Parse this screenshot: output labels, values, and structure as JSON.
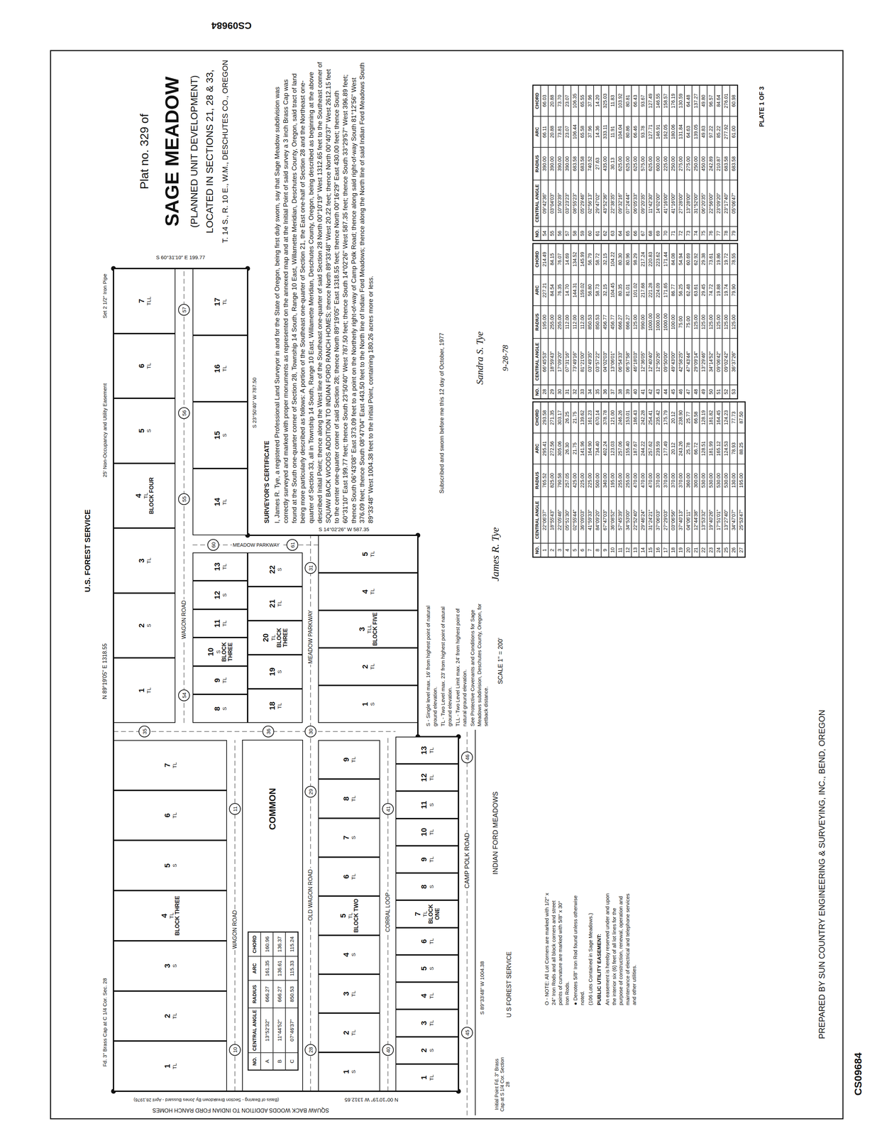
{
  "diagram": {
    "title": "SAGE MEADOW",
    "nodes": [
      {
        "text": [
          "1",
          "TL"
        ]
      },
      {
        "text": [
          "2",
          "S"
        ]
      },
      {
        "text": [
          "3",
          "TL"
        ]
      },
      {
        "text": [
          "4",
          "TL",
          "BLOCK FOUR"
        ]
      },
      {
        "text": [
          "5",
          "S"
        ]
      },
      {
        "text": [
          "6",
          "TL"
        ]
      },
      {
        "text": [
          "7",
          "TLL"
        ]
      },
      {
        "text": [
          "8",
          "S"
        ]
      },
      {
        "text": [
          "9",
          "TL"
        ]
      },
      {
        "text": [
          "10",
          "S",
          "BLOCK THREE"
        ]
      },
      {
        "text": [
          "11",
          "TL"
        ]
      },
      {
        "text": [
          "12",
          "S"
        ]
      },
      {
        "text": [
          "13",
          "TL"
        ]
      },
      {
        "text": [
          "14",
          "TL"
        ]
      },
      {
        "text": [
          "15",
          "S"
        ]
      },
      {
        "text": [
          "16",
          "TL"
        ]
      },
      {
        "text": [
          "17",
          "TL"
        ]
      },
      {
        "text": [
          "18",
          "TL"
        ]
      },
      {
        "text": [
          "19",
          "S"
        ]
      },
      {
        "text": [
          "20",
          "TL",
          "BLOCK THREE"
        ]
      },
      {
        "text": [
          "21",
          "TL"
        ]
      },
      {
        "text": [
          "22",
          "S"
        ]
      },
      {
        "text": [
          "1",
          "S"
        ]
      },
      {
        "text": [
          "2",
          "TL"
        ]
      },
      {
        "text": [
          "3",
          "TLL",
          "BLOCK FIVE"
        ]
      },
      {
        "text": [
          "4",
          "TL"
        ]
      },
      {
        "text": [
          "5",
          "TL"
        ]
      },
      {
        "text": [
          "1",
          "TL"
        ]
      },
      {
        "text": [
          "2",
          "TL"
        ]
      },
      {
        "text": [
          "3",
          "S"
        ]
      },
      {
        "text": [
          "4",
          "TL",
          "BLOCK THREE"
        ]
      },
      {
        "text": [
          "5",
          "S"
        ]
      },
      {
        "text": [
          "6",
          "TL"
        ]
      },
      {
        "text": [
          "7",
          "TL"
        ]
      },
      {
        "text": [
          "1",
          "S"
        ]
      },
      {
        "text": [
          "2",
          "TL"
        ]
      },
      {
        "text": [
          "3",
          "TL"
        ]
      },
      {
        "text": [
          "4",
          "S"
        ]
      },
      {
        "text": [
          "5",
          "TL",
          "BLOCK TWO"
        ]
      },
      {
        "text": [
          "6",
          "TL"
        ]
      },
      {
        "text": [
          "7",
          "S"
        ]
      },
      {
        "text": [
          "8",
          "TL"
        ]
      },
      {
        "text": [
          "9",
          "TL"
        ]
      },
      {
        "text": [
          "1",
          "TL"
        ]
      },
      {
        "text": [
          "2",
          "S"
        ]
      },
      {
        "text": [
          "3",
          "TL"
        ]
      },
      {
        "text": [
          "4",
          "TL"
        ]
      },
      {
        "text": [
          "5",
          "S"
        ]
      },
      {
        "text": [
          "6",
          "TL"
        ]
      },
      {
        "text": [
          "7",
          "TL",
          "BLOCK ONE"
        ]
      },
      {
        "text": [
          "8",
          "S"
        ]
      },
      {
        "text": [
          "9",
          "TL"
        ]
      },
      {
        "text": [
          "10",
          "TL"
        ]
      },
      {
        "text": [
          "11",
          "S"
        ]
      },
      {
        "text": [
          "12",
          "TL"
        ]
      },
      {
        "text": [
          "13",
          "TL"
        ]
      },
      {
        "text": [
          "54"
        ]
      },
      {
        "text": [
          "55"
        ]
      },
      {
        "text": [
          "56"
        ]
      },
      {
        "text": [
          "57"
        ]
      },
      {
        "text": [
          "60"
        ]
      },
      {
        "text": [
          "61"
        ]
      },
      {
        "text": [
          "10"
        ]
      },
      {
        "text": [
          "11"
        ]
      },
      {
        "text": [
          "28"
        ]
      },
      {
        "text": [
          "29"
        ]
      },
      {
        "text": [
          "30"
        ]
      },
      {
        "text": [
          "31"
        ]
      },
      {
        "text": [
          "40"
        ]
      },
      {
        "text": [
          "41"
        ]
      },
      {
        "text": [
          "35"
        ]
      },
      {
        "text": [
          "36"
        ]
      },
      {
        "text": [
          "45"
        ]
      },
      {
        "text": [
          "46"
        ]
      }
    ],
    "labels": [
      "U.S. FOREST SERVICE",
      "25' Non-Occupancy and Utility Easement",
      "N 89°19'05\" E 1318.55",
      "Fd. 3\" Brass Cap at C 1/4 Cor. Sec. 28",
      "Set 2 1/2\" Iron Pipe",
      "S 60°31'10\" E 199.77",
      "S 23°50'40\" W 787.50",
      "S 14°02'26\" W 587.35",
      "SQUAW BACK WOODS ADDITION TO INDIAN FORD RANCH HOMES",
      "N 00°10'19\" W 1312.65",
      "(Basis of Bearing - Section Breakdown By Jones Bussard - April 28,1976)",
      "WAGON ROAD",
      "MEADOW PARKWAY",
      "WAGON ROAD",
      "OLD WAGON ROAD",
      "MEADOW PARKWAY",
      "CORRAL LOOP",
      "CAMP POLK ROAD",
      "S 89°33'48\" W 1004.38",
      "INDIAN FORD MEADOWS",
      "U S FOREST SERVICE",
      "Initial Point Fd. 3\" Brass Cap at S 1/4 Cor. Section 28",
      "COMMON",
      "NO.",
      "CENTRAL ANGLE",
      "RADIUS",
      "ARC",
      "CHORD",
      "A",
      "13°52'32\"",
      "666.27",
      "161.35",
      "160.96",
      "B",
      "11°44'52\"",
      "666.27",
      "136.61",
      "136.37",
      "C",
      "07°46'37\"",
      "850.53",
      "115.33",
      "115.24",
      "S - Single level max. 16' from highest point of natural ground elevation.",
      "TL - Two Level max. 23' from highest point of natural ground elevation.",
      "TLL - Two Level Limit max. 24' from highest point of natural ground elevation.",
      "See Protective Covenants and Conditions for Sage Meadows subdivision, Deschutes County, Oregon, for setback distance.",
      "SCALE 1\" = 200'",
      "SURVEYOR'S CERTIFICATE",
      "I, James R. Tye, a registered Professional Land Surveyor in and for the State of Oregon, being first duly sworn, say that Sage Meadow subdivision was correctly surveyed and marked with proper monuments as represented on the annexed map and at the Initial Point of said survey a 3 inch Brass Cap was found at the South one-quarter corner of Section 28, Township 14 South, Range 10 East, Willamette Meridian, Deschutes County, Oregon, said tract of land being more particularly described as follows: A portion of the Southeast one-quarter of Section 21, the East one-half of Section 28 and the Northeast one-quarter of Section 33, all in Township 14 South, Range 10 East, Willamette Meridian, Deschutes County, Oregon, being described as beginning at the above described Initial Point; thence along the West line of the Southeast one-quarter of said Section 28 North 00°10'19\" West 1312.65 feet to the Southeast corner of SQUAW BACK WOODS ADDITION TO INDIAN FORD RANCH HOMES; thence North 89°33'48\" West 20.22 feet; thence North 00°40'37\" West 2612.15 feet to the center one-quarter corner of said Section 28; thence North 89°19'05\" East 1318.55 feet; thence North 00°16'29\" East 430.00 feet; thence South 60°31'10\" East 199.77 feet; thence South 23°50'40\" West 787.50 feet; thence South 14°02'26\" West 587.35 feet; thence South 33°29'57\" West 396.89 feet; thence South 06°43'08\" East 373.09 feet to a point on the Northerly right-of-way of Camp Polk Road; thence along said right-of-way South 81°12'56\" West 376.09 feet; thence South 08°47'04\" East 443.50 feet to the North line of Indian Ford Meadows; thence along the North line of said Indian Ford Meadows South 89°33'48\" West 1004.38 feet to the Initial Point, containing 180.26 acres more or less.",
      "Subscribed and sworn before me this 12 day of October, 1977",
      "James R. Tye",
      "Sandra S. Tye",
      "9-28-78",
      "Plat no. 329 of",
      "(PLANNED UNIT DEVELOPMENT)",
      "LOCATED IN SECTIONS 21, 28 & 33,",
      "T. 14 S., R. 10 E., W.M., DESCHUTES CO., OREGON",
      "O - NOTE: All Lot Corners are marked with 1/2\" x 24\" Iron Rods and all block corners and street points of curvature are marked with 5/8\" x 30\" Iron Rods.",
      "● Denotes 5/8\" Iron Rod found unless otherwise noted.",
      "(106 Lots Contained in Sage Meadows.)",
      "PUBLIC UTILITY EASEMENT:",
      "An easement is hereby reserved under and upon the interior six (6) feet of all lot lines for the purpose of construction, renewal, operation and maintenance of electrical and telephone services and other utilities.",
      "PREPARED BY SUN COUNTRY ENGINEERING & SURVEYING, INC., BEND, OREGON",
      "CS09684",
      "CS09684",
      "PLATE 1 OF 3",
      "NO.",
      "CENTRAL ANGLE",
      "RADIUS",
      "ARC",
      "CHORD",
      "1",
      "22°06'37\"",
      "765.52",
      "295.41",
      "293.58",
      "2",
      "18°55'43\"",
      "825.00",
      "272.56",
      "271.35",
      "3",
      "22°05'46\"",
      "790.58",
      "305.06",
      "303.17",
      "4",
      "05°51'30\"",
      "257.05",
      "26.30",
      "26.25",
      "5",
      "02°55'44\"",
      "425.00",
      "21.75",
      "21.75",
      "6",
      "36°09'03\"",
      "225.00",
      "141.96",
      "139.62",
      "7",
      "41°59'33\"",
      "225.00",
      "164.90",
      "161.23",
      "8",
      "84°09'20\"",
      "500.00",
      "734.40",
      "670.14",
      "9",
      "67°47'03\"",
      "340.00",
      "402.24",
      "378.78",
      "10",
      "36°08'52\"",
      "195.00",
      "123.03",
      "121.00",
      "11",
      "57°45'39\"",
      "255.00",
      "257.06",
      "246.26",
      "12",
      "34°53'00\"",
      "255.00",
      "155.40",
      "153.01",
      "13",
      "22°52'40\"",
      "470.00",
      "187.67",
      "186.43",
      "14",
      "29°46'24\"",
      "470.00",
      "244.22",
      "242.28",
      "15",
      "31°24'21\"",
      "470.00",
      "257.62",
      "254.41",
      "16",
      "37°06'03\"",
      "370.00",
      "239.59",
      "235.42",
      "17",
      "27°29'03\"",
      "370.00",
      "177.49",
      "175.79",
      "18",
      "03°06'56\"",
      "370.00",
      "20.12",
      "20.12",
      "19",
      "37°40'13\"",
      "370.00",
      "243.26",
      "238.90",
      "20",
      "04°06'11\"",
      "360.00",
      "25.78",
      "25.77",
      "21",
      "12°44'38\"",
      "300.00",
      "66.72",
      "66.58",
      "22",
      "13°53'32\"",
      "530.00",
      "128.51",
      "128.19",
      "23",
      "19°40'26\"",
      "530.00",
      "181.99",
      "181.82",
      "24",
      "17°51'01\"",
      "530.00",
      "165.12",
      "164.45",
      "25",
      "13°27'40\"",
      "530.00",
      "124.53",
      "124.23",
      "26",
      "34°47'07\"",
      "130.00",
      "78.93",
      "77.73",
      "27",
      "25°53'47\"",
      "195.00",
      "88.25",
      "87.50",
      "NO.",
      "CENTRAL ANGLE",
      "RADIUS",
      "ARC",
      "CHORD",
      "28",
      "66°45'53\"",
      "195.00",
      "227.21",
      "214.49",
      "29",
      "18°59'43\"",
      "255.00",
      "84.54",
      "84.15",
      "30",
      "17°09'20\"",
      "255.00",
      "76.35",
      "76.07",
      "31",
      "07°31'16\"",
      "112.00",
      "14.70",
      "14.69",
      "32",
      "73°49'16\"",
      "112.00",
      "144.31",
      "134.52",
      "33",
      "81°21'00\"",
      "112.00",
      "159.02",
      "145.99",
      "34",
      "03°49'35\"",
      "850.53",
      "56.80",
      "56.79",
      "35",
      "03°57'22\"",
      "850.53",
      "58.73",
      "58.72",
      "36",
      "04°02'03\"",
      "456.77",
      "32.15",
      "32.15",
      "37",
      "13°06'01\"",
      "456.77",
      "104.45",
      "104.22",
      "38",
      "06°54'33\"",
      "666.27",
      "80.35",
      "80.30",
      "39",
      "06°57'58\"",
      "666.27",
      "81.01",
      "80.96",
      "40",
      "46°18'03\"",
      "125.00",
      "101.02",
      "98.29",
      "41",
      "12°36'05\"",
      "990.00",
      "217.68",
      "217.24",
      "42",
      "12°40'40\"",
      "1000.00",
      "221.28",
      "220.83",
      "43",
      "12°50'26\"",
      "1000.00",
      "224.09",
      "223.62",
      "44",
      "09°50'00\"",
      "1000.00",
      "171.65",
      "171.44",
      "45",
      "49°43'00\"",
      "100.00",
      "86.77",
      "84.08",
      "46",
      "42°58'25\"",
      "75.00",
      "56.25",
      "54.94",
      "47",
      "47°43'44\"",
      "75.00",
      "62.48",
      "60.69",
      "48",
      "29°09'14\"",
      "125.00",
      "63.61",
      "62.92",
      "49",
      "13°29'46\"",
      "125.00",
      "29.45",
      "29.38",
      "50",
      "34°14'52\"",
      "125.00",
      "74.72",
      "73.61",
      "51",
      "09°06'42\"",
      "125.00",
      "19.88",
      "19.86",
      "52",
      "09°02'42\"",
      "125.00",
      "19.74",
      "19.72",
      "53",
      "36°37'26\"",
      "125.00",
      "79.90",
      "78.55",
      "NO.",
      "CENTRAL ANGLE",
      "RADIUS",
      "ARC",
      "CHORD",
      "54",
      "09°42'36\"",
      "390.00",
      "66.11",
      "66.03",
      "55",
      "03°04'03\"",
      "390.00",
      "20.88",
      "20.88",
      "56",
      "10°50'39\"",
      "390.00",
      "73.81",
      "73.70",
      "57",
      "03°23'23\"",
      "390.00",
      "23.07",
      "23.07",
      "58",
      "08°55'23\"",
      "683.58",
      "106.44",
      "106.35",
      "59",
      "05°29'46\"",
      "683.58",
      "65.58",
      "65.55",
      "60",
      "02°56'13\"",
      "740.52",
      "37.96",
      "37.96",
      "61",
      "29°47'02\"",
      "27.63",
      "14.36",
      "14.20",
      "62",
      "43°52'36\"",
      "435.00",
      "333.11",
      "325.03",
      "63",
      "22°38'35\"",
      "30.13",
      "11.91",
      "11.83",
      "64",
      "09°32'16\"",
      "625.00",
      "104.04",
      "103.92",
      "65",
      "07°24'44\"",
      "625.00",
      "80.86",
      "80.81",
      "66",
      "06°05'33\"",
      "625.00",
      "66.46",
      "66.43",
      "67",
      "09°20'35\"",
      "575.00",
      "93.78",
      "93.67",
      "68",
      "11°42'30\"",
      "625.00",
      "127.71",
      "127.49",
      "69",
      "14°02'00\"",
      "600.00",
      "146.91",
      "146.55",
      "70",
      "41°16'00\"",
      "225.00",
      "162.05",
      "158.57",
      "71",
      "41°16'00\"",
      "250.00",
      "180.06",
      "176.19",
      "72",
      "27°28'00\"",
      "275.00",
      "131.84",
      "130.59",
      "73",
      "13°28'00\"",
      "275.00",
      "64.63",
      "64.48",
      "74",
      "31°52'00\"",
      "250.00",
      "139.05",
      "137.27",
      "75",
      "06°20'35\"",
      "450.00",
      "49.83",
      "49.80",
      "76",
      "22°56'00\"",
      "242.89",
      "97.22",
      "96.57",
      "77",
      "23°09'20\"",
      "210.87",
      "85.22",
      "84.64",
      "78",
      "23°17'40\"",
      "683.58",
      "277.92",
      "276.01",
      "79",
      "05°06'47\"",
      "683.58",
      "61.00",
      "60.98"
    ]
  }
}
